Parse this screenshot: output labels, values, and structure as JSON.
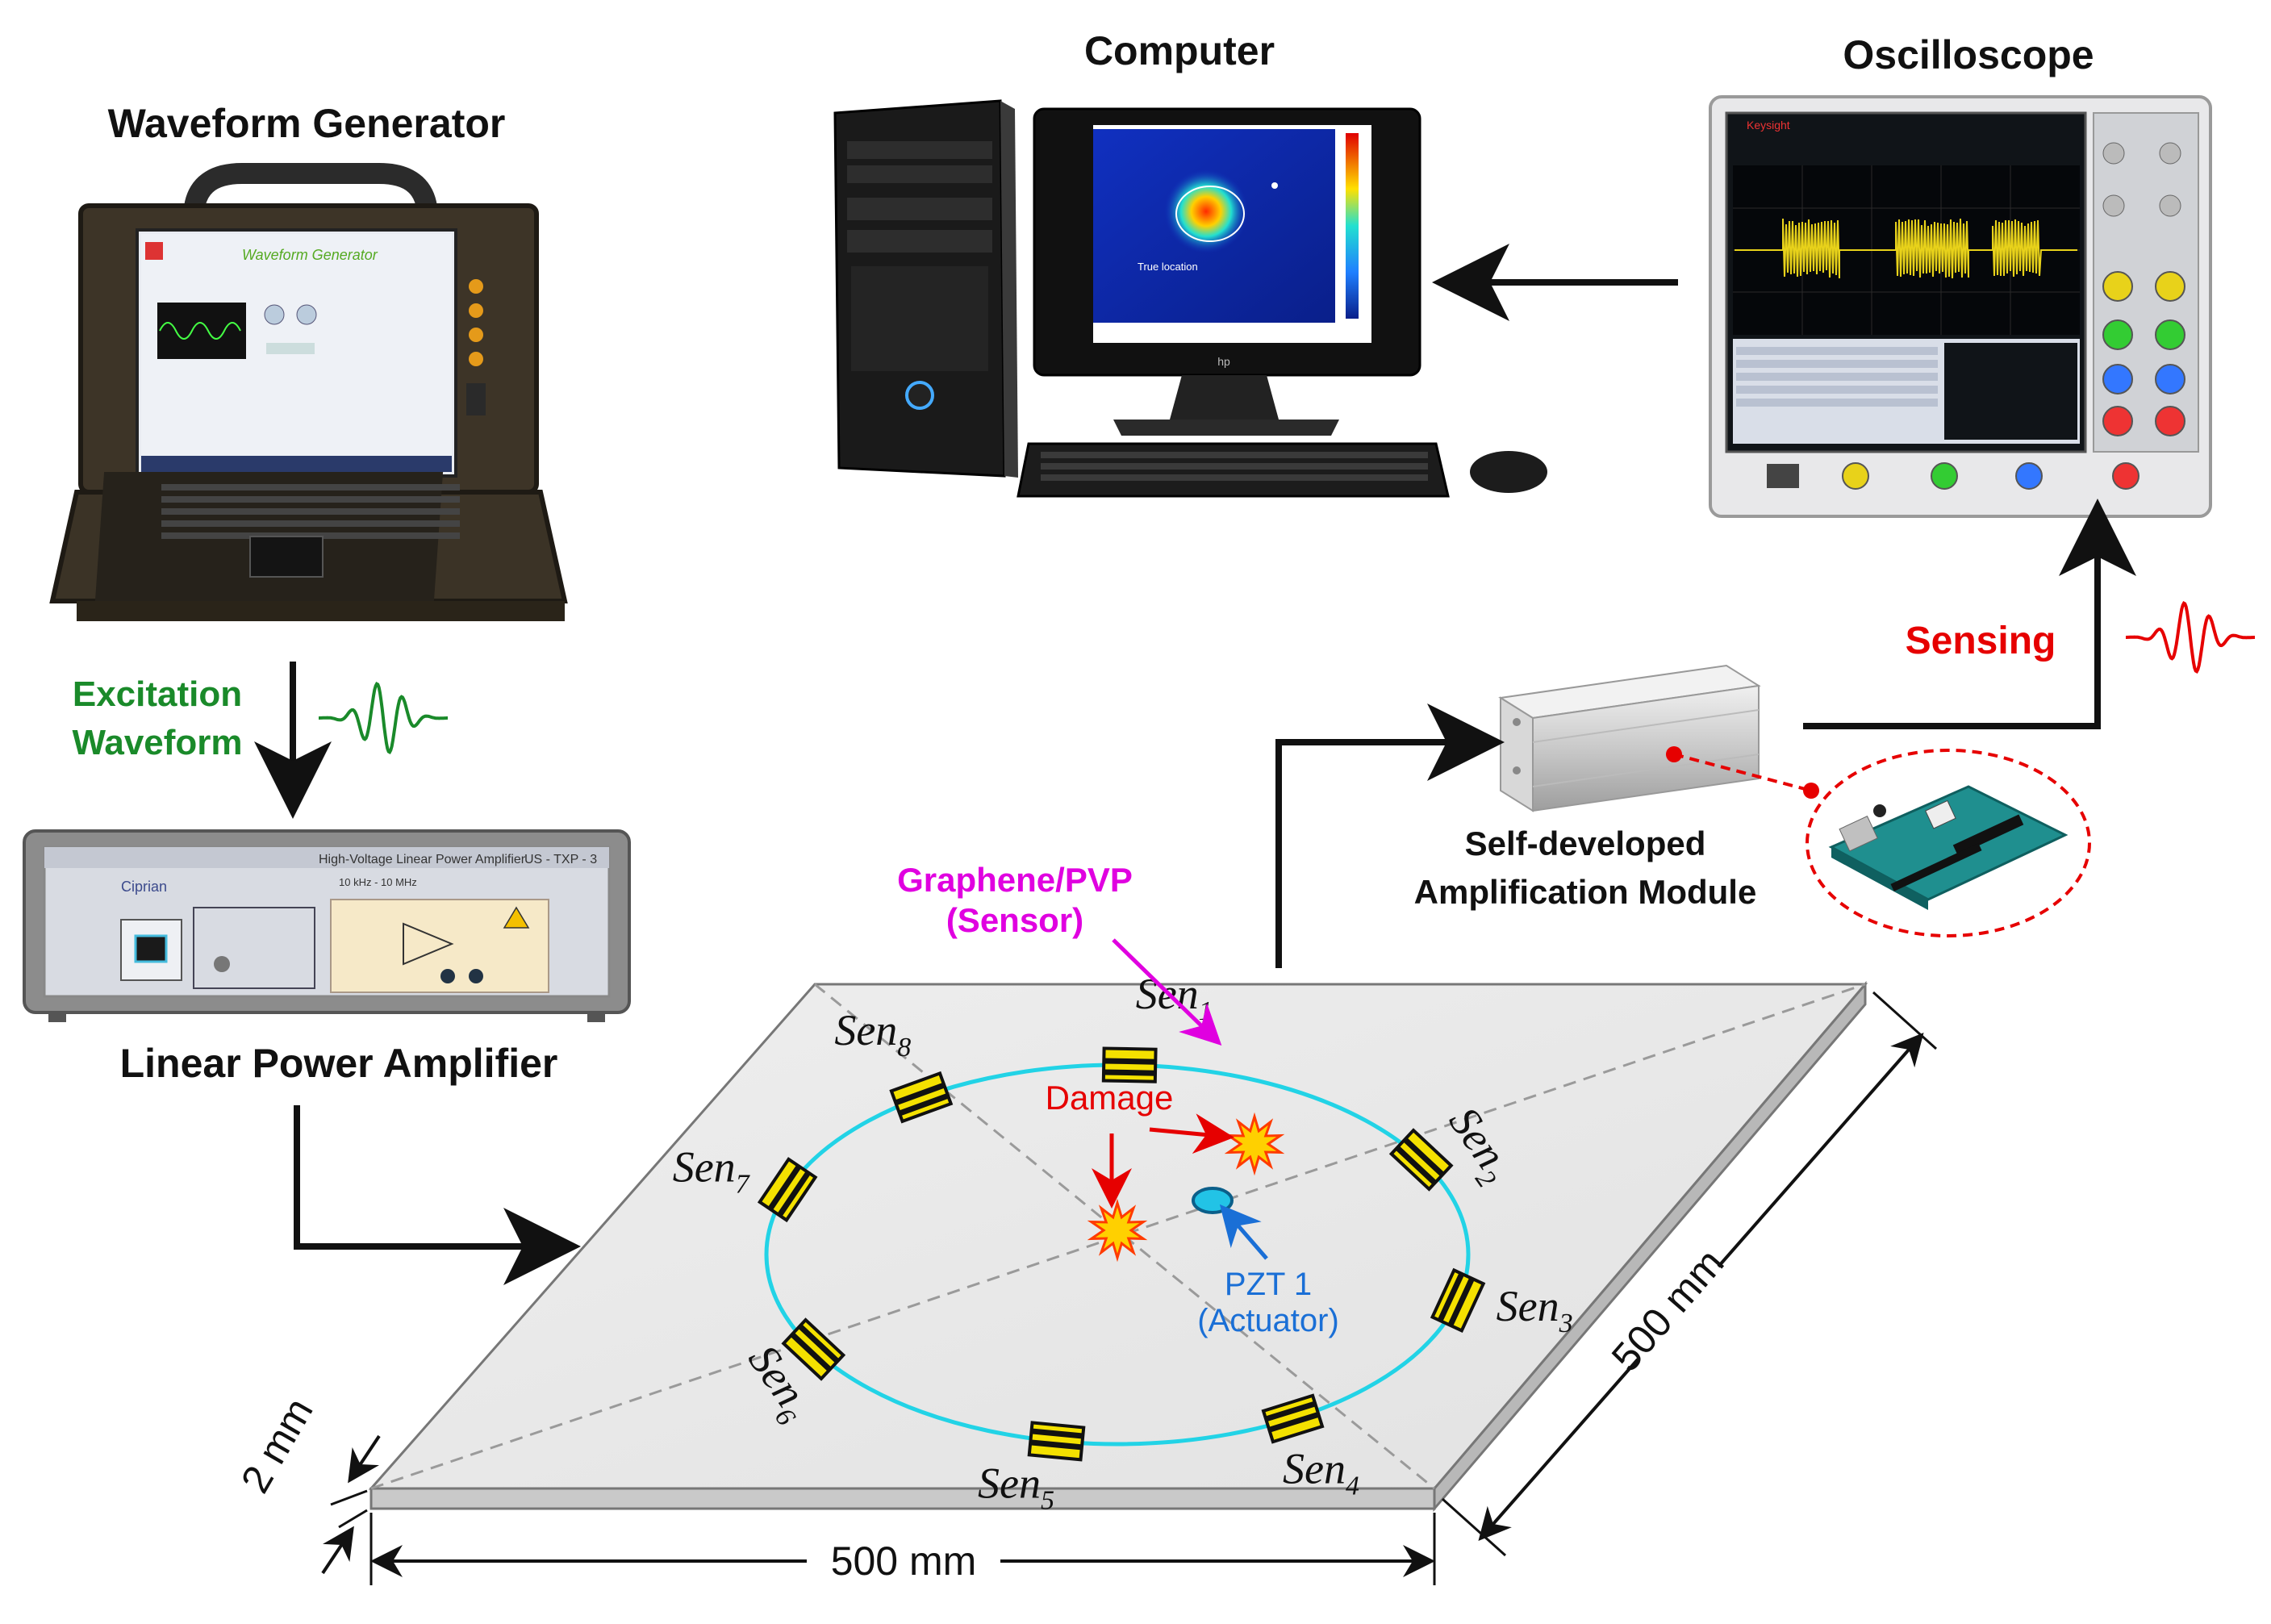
{
  "devices": {
    "computer": "Computer",
    "oscilloscope": "Oscilloscope",
    "waveform_generator": "Waveform Generator",
    "linear_power_amplifier": "Linear Power Amplifier",
    "amplification_module_line1": "Self-developed",
    "amplification_module_line2": "Amplification Module"
  },
  "signals": {
    "excitation_line1": "Excitation",
    "excitation_line2": "Waveform",
    "sensing": "Sensing"
  },
  "plate": {
    "sensor_label_line1": "Graphene/PVP",
    "sensor_label_line2": "(Sensor)",
    "damage_label": "Damage",
    "actuator_line1": "PZT 1",
    "actuator_line2": "(Actuator)",
    "sensor_prefix": "Sen",
    "sensors": [
      "1",
      "2",
      "3",
      "4",
      "5",
      "6",
      "7",
      "8"
    ],
    "width": "500 mm",
    "depth": "500 mm",
    "thickness": "2 mm"
  },
  "screens": {
    "generator_title": "Waveform Generator",
    "generator_brand": "Keysight",
    "amplifier_panel_title": "High-Voltage Linear Power Amplifier",
    "amplifier_model": "US - TXP - 3",
    "amplifier_brand": "Ciprian",
    "amplifier_freq": "10 kHz - 10 MHz",
    "monitor_true_location": "True location",
    "monitor_brand": "hp"
  },
  "colors": {
    "excitation": "#1a8a2a",
    "sensing": "#e60000",
    "sensor_label": "#e000e0",
    "actuator": "#1a6fd6",
    "sensor_ring": "#22d3e6",
    "sensor_patch": "#f4e100"
  }
}
